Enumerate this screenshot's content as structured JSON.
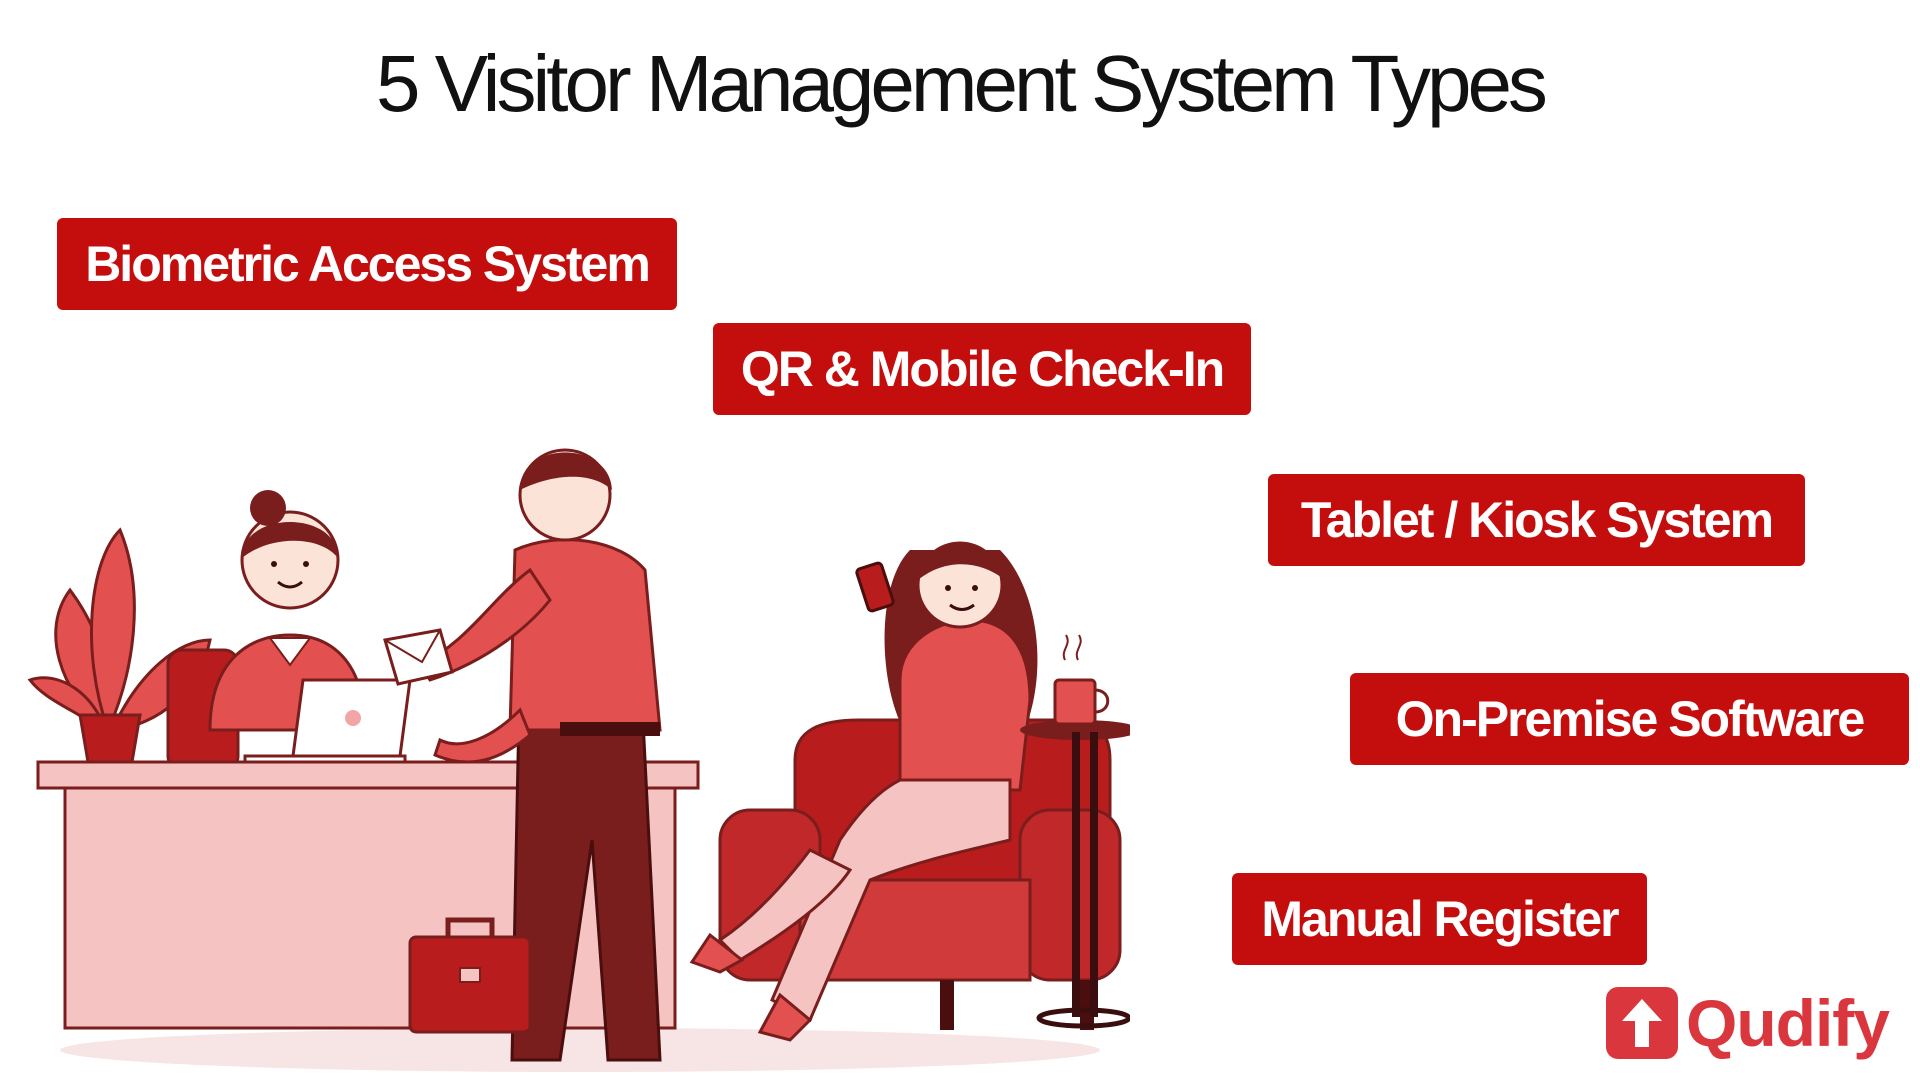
{
  "title": "5 Visitor Management System Types",
  "types": [
    {
      "label": "Biometric Access System"
    },
    {
      "label": "QR & Mobile Check-In"
    },
    {
      "label": "Tablet / Kiosk System"
    },
    {
      "label": "On-Premise Software"
    },
    {
      "label": "Manual Register"
    }
  ],
  "brand": {
    "name": "Qudify",
    "color": "#d9363e"
  },
  "colors": {
    "tag_background": "#c40e0e",
    "tag_text": "#ffffff",
    "title_text": "#111111",
    "illustration_primary": "#e2514f",
    "illustration_dark": "#7a1d1d",
    "illustration_light": "#f6c3c3"
  },
  "illustration": {
    "subjects": [
      "receptionist-at-desk",
      "visitor-handing-envelope",
      "woman-on-phone-in-armchair",
      "plant",
      "laptop",
      "briefcase",
      "coffee-cup",
      "side-table"
    ]
  }
}
